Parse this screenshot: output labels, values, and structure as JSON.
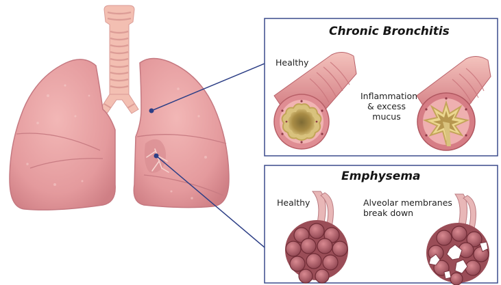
{
  "panels": {
    "bronchitis": {
      "title": "Chronic Bronchitis",
      "healthy_label": "Healthy",
      "diseased_label_lines": [
        "Inflammation",
        "& excess",
        "mucus"
      ]
    },
    "emphysema": {
      "title": "Emphysema",
      "healthy_label": "Healthy",
      "diseased_label_lines": [
        "Alveolar membranes",
        "break down"
      ]
    }
  },
  "colors": {
    "panel_border": "#3a4a8c",
    "pointer_line": "#2d3f86",
    "lung_fill": "#e39c9f",
    "lung_outline": "#c97a80",
    "trachea": "#f1b9ad",
    "bronchus_wall": "#d7727d",
    "mucus": "#c9a861",
    "alveoli": "#b4606a"
  }
}
